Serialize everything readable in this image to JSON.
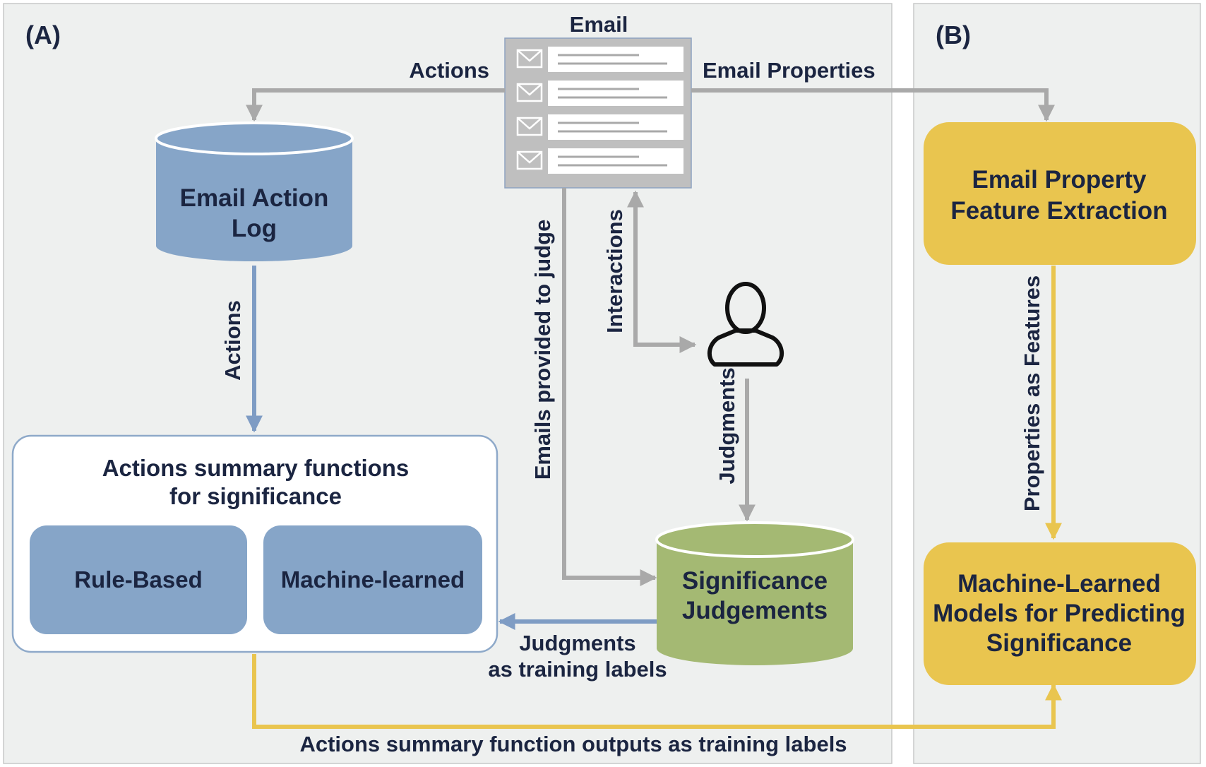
{
  "panels": {
    "a_label": "(A)",
    "b_label": "(B)"
  },
  "email": {
    "title": "Email",
    "icon": "email-list-icon"
  },
  "labels": {
    "actions_top": "Actions",
    "email_properties": "Email Properties",
    "actions_vertical": "Actions",
    "emails_provided": "Emails provided to judge",
    "interactions": "Interactions",
    "judgments_vertical": "Judgments",
    "judgments_training_line1": "Judgments",
    "judgments_training_line2": "as training labels",
    "properties_as_features": "Properties as Features",
    "summary_outputs": "Actions summary function outputs as training labels"
  },
  "nodes": {
    "email_action_log_line1": "Email Action",
    "email_action_log_line2": "Log",
    "summary_title_line1": "Actions summary functions",
    "summary_title_line2": "for significance",
    "rule_based": "Rule-Based",
    "machine_learned": "Machine-learned",
    "significance_line1": "Significance",
    "significance_line2": "Judgements",
    "feature_extraction_line1": "Email Property",
    "feature_extraction_line2": "Feature Extraction",
    "ml_models_line1": "Machine-Learned",
    "ml_models_line2": "Models for Predicting",
    "ml_models_line3": "Significance"
  },
  "colors": {
    "panel_bg": "#eef0ef",
    "blue": "#86a5c8",
    "green": "#a4b973",
    "yellow": "#e9c54f",
    "gray_arrow": "#a9a9a9",
    "blue_arrow": "#7e9cc4",
    "yellow_arrow": "#e9c54f",
    "text": "#1b2541"
  }
}
